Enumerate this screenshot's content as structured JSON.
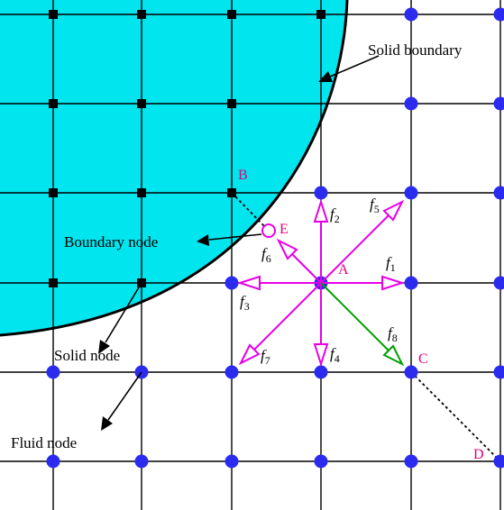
{
  "labels": {
    "solid_boundary": "Solid boundary",
    "boundary_node": "Boundary node",
    "solid_node": "Solid node",
    "fluid_node": "Fluid node"
  },
  "points": {
    "A": "A",
    "B": "B",
    "C": "C",
    "D": "D",
    "E": "E"
  },
  "directions": {
    "f1": {
      "base": "f",
      "sub": "1"
    },
    "f2": {
      "base": "f",
      "sub": "2"
    },
    "f3": {
      "base": "f",
      "sub": "3"
    },
    "f4": {
      "base": "f",
      "sub": "4"
    },
    "f5": {
      "base": "f",
      "sub": "5"
    },
    "f6": {
      "base": "f",
      "sub": "6"
    },
    "f7": {
      "base": "f",
      "sub": "7"
    },
    "f8": {
      "base": "f",
      "sub": "8"
    }
  },
  "colors": {
    "solid_fill": "#00E5EE",
    "fluid_node": "#2B2BF0",
    "solid_node": "#000000",
    "vector": "#E600E6",
    "vector_f8": "#00A000",
    "point_label": "#E6007E",
    "grid": "#000000"
  }
}
